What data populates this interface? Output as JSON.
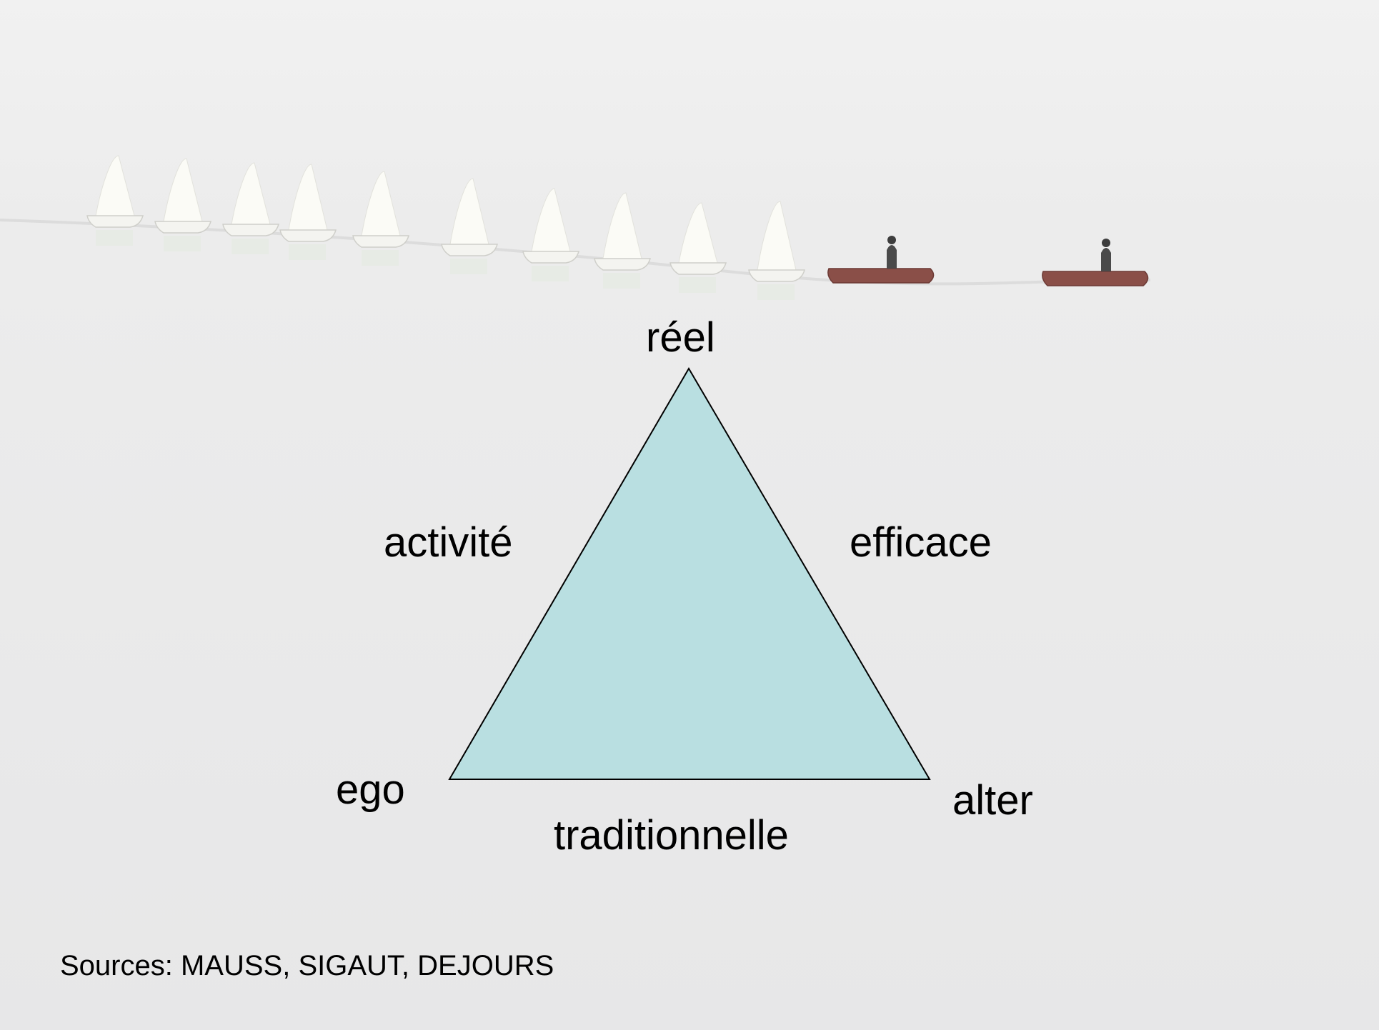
{
  "diagram": {
    "vertices": {
      "top": "réel",
      "bottom_left": "ego",
      "bottom_right": "alter"
    },
    "sides": {
      "left": "activité",
      "right": "efficace",
      "bottom": "traditionnelle"
    },
    "triangle_fill": "#b9dfe1",
    "triangle_stroke": "#000000"
  },
  "footer": {
    "sources": "Sources: MAUSS, SIGAUT, DEJOURS"
  },
  "background": {
    "scene": "sailboats-on-misty-sea",
    "sail_color": "#fbfbf6",
    "dinghy_color": "#8a4f48"
  }
}
